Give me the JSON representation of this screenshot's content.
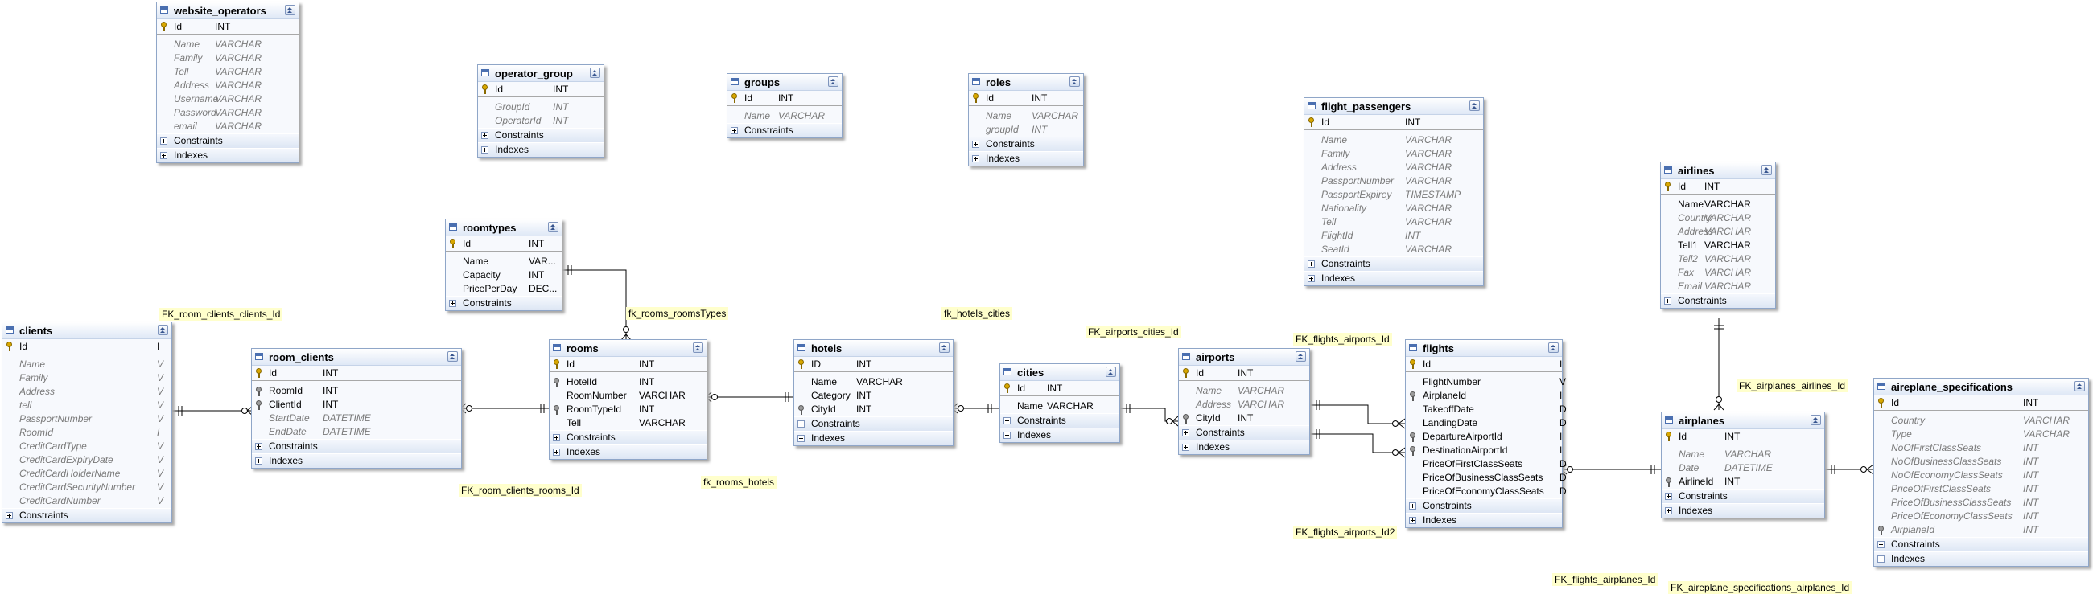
{
  "sections": {
    "constraints": "Constraints",
    "indexes": "Indexes"
  },
  "tables": [
    {
      "name": "website_operators",
      "columns": [
        {
          "name": "Id",
          "type": "INT"
        },
        {
          "name": "Name",
          "type": "VARCHAR"
        },
        {
          "name": "Family",
          "type": "VARCHAR"
        },
        {
          "name": "Tell",
          "type": "VARCHAR"
        },
        {
          "name": "Address",
          "type": "VARCHAR"
        },
        {
          "name": "Username",
          "type": "VARCHAR"
        },
        {
          "name": "Password",
          "type": "VARCHAR"
        },
        {
          "name": "email",
          "type": "VARCHAR"
        }
      ]
    },
    {
      "name": "operator_group",
      "columns": [
        {
          "name": "Id",
          "type": "INT"
        },
        {
          "name": "GroupId",
          "type": "INT"
        },
        {
          "name": "OperatorId",
          "type": "INT"
        }
      ]
    },
    {
      "name": "groups",
      "columns": [
        {
          "name": "Id",
          "type": "INT"
        },
        {
          "name": "Name",
          "type": "VARCHAR"
        }
      ]
    },
    {
      "name": "roles",
      "columns": [
        {
          "name": "Id",
          "type": "INT"
        },
        {
          "name": "Name",
          "type": "VARCHAR"
        },
        {
          "name": "groupId",
          "type": "INT"
        }
      ]
    },
    {
      "name": "flight_passengers",
      "columns": [
        {
          "name": "Id",
          "type": "INT"
        },
        {
          "name": "Name",
          "type": "VARCHAR"
        },
        {
          "name": "Family",
          "type": "VARCHAR"
        },
        {
          "name": "Address",
          "type": "VARCHAR"
        },
        {
          "name": "PassportNumber",
          "type": "VARCHAR"
        },
        {
          "name": "PassportExpirey",
          "type": "TIMESTAMP"
        },
        {
          "name": "Nationality",
          "type": "VARCHAR"
        },
        {
          "name": "Tell",
          "type": "VARCHAR"
        },
        {
          "name": "FlightId",
          "type": "INT"
        },
        {
          "name": "SeatId",
          "type": "VARCHAR"
        }
      ]
    },
    {
      "name": "airlines",
      "columns": [
        {
          "name": "Id",
          "type": "INT"
        },
        {
          "name": "Name",
          "type": "VARCHAR"
        },
        {
          "name": "Country",
          "type": "VARCHAR"
        },
        {
          "name": "Address",
          "type": "VARCHAR"
        },
        {
          "name": "Tell1",
          "type": "VARCHAR"
        },
        {
          "name": "Tell2",
          "type": "VARCHAR"
        },
        {
          "name": "Fax",
          "type": "VARCHAR"
        },
        {
          "name": "Email",
          "type": "VARCHAR"
        }
      ]
    },
    {
      "name": "roomtypes",
      "columns": [
        {
          "name": "Id",
          "type": "INT"
        },
        {
          "name": "Name",
          "type": "VAR..."
        },
        {
          "name": "Capacity",
          "type": "INT"
        },
        {
          "name": "PricePerDay",
          "type": "DEC..."
        }
      ]
    },
    {
      "name": "clients",
      "columns": [
        {
          "name": "Id",
          "type": "I"
        },
        {
          "name": "Name",
          "type": "V"
        },
        {
          "name": "Family",
          "type": "V"
        },
        {
          "name": "Address",
          "type": "V"
        },
        {
          "name": "tell",
          "type": "V"
        },
        {
          "name": "PassportNumber",
          "type": "V"
        },
        {
          "name": "RoomId",
          "type": "I"
        },
        {
          "name": "CreditCardType",
          "type": "V"
        },
        {
          "name": "CreditCardExpiryDate",
          "type": "V"
        },
        {
          "name": "CreditCardHolderName",
          "type": "V"
        },
        {
          "name": "CreditCardSecurityNumber",
          "type": "V"
        },
        {
          "name": "CreditCardNumber",
          "type": "V"
        }
      ]
    },
    {
      "name": "room_clients",
      "columns": [
        {
          "name": "Id",
          "type": "INT"
        },
        {
          "name": "RoomId",
          "type": "INT"
        },
        {
          "name": "ClientId",
          "type": "INT"
        },
        {
          "name": "StartDate",
          "type": "DATETIME"
        },
        {
          "name": "EndDate",
          "type": "DATETIME"
        }
      ]
    },
    {
      "name": "rooms",
      "columns": [
        {
          "name": "Id",
          "type": "INT"
        },
        {
          "name": "HotelId",
          "type": "INT"
        },
        {
          "name": "RoomNumber",
          "type": "VARCHAR"
        },
        {
          "name": "RoomTypeId",
          "type": "INT"
        },
        {
          "name": "Tell",
          "type": "VARCHAR"
        }
      ]
    },
    {
      "name": "hotels",
      "columns": [
        {
          "name": "ID",
          "type": "INT"
        },
        {
          "name": "Name",
          "type": "VARCHAR"
        },
        {
          "name": "Category",
          "type": "INT"
        },
        {
          "name": "CityId",
          "type": "INT"
        }
      ]
    },
    {
      "name": "cities",
      "columns": [
        {
          "name": "Id",
          "type": "INT"
        },
        {
          "name": "Name",
          "type": "VARCHAR"
        }
      ]
    },
    {
      "name": "airports",
      "columns": [
        {
          "name": "Id",
          "type": "INT"
        },
        {
          "name": "Name",
          "type": "VARCHAR"
        },
        {
          "name": "Address",
          "type": "VARCHAR"
        },
        {
          "name": "CityId",
          "type": "INT"
        }
      ]
    },
    {
      "name": "flights",
      "columns": [
        {
          "name": "Id",
          "type": "I"
        },
        {
          "name": "FlightNumber",
          "type": "V"
        },
        {
          "name": "AirplaneId",
          "type": "I"
        },
        {
          "name": "TakeoffDate",
          "type": "D"
        },
        {
          "name": "LandingDate",
          "type": "D"
        },
        {
          "name": "DepartureAirportId",
          "type": "I"
        },
        {
          "name": "DestinationAirportId",
          "type": "I"
        },
        {
          "name": "PriceOfFirstClassSeats",
          "type": "D"
        },
        {
          "name": "PriceOfBusinessClassSeats",
          "type": "D"
        },
        {
          "name": "PriceOfEconomyClassSeats",
          "type": "D"
        }
      ]
    },
    {
      "name": "airplanes",
      "columns": [
        {
          "name": "Id",
          "type": "INT"
        },
        {
          "name": "Name",
          "type": "VARCHAR"
        },
        {
          "name": "Date",
          "type": "DATETIME"
        },
        {
          "name": "AirlineId",
          "type": "INT"
        }
      ]
    },
    {
      "name": "aireplane_specifications",
      "columns": [
        {
          "name": "Id",
          "type": "INT"
        },
        {
          "name": "Country",
          "type": "VARCHAR"
        },
        {
          "name": "Type",
          "type": "VARCHAR"
        },
        {
          "name": "NoOfFirstClassSeats",
          "type": "INT"
        },
        {
          "name": "NoOfBusinessClassSeats",
          "type": "INT"
        },
        {
          "name": "NoOfEconomyClassSeats",
          "type": "INT"
        },
        {
          "name": "PriceOfFirstClassSeats",
          "type": "INT"
        },
        {
          "name": "PriceOfBusinessClassSeats",
          "type": "INT"
        },
        {
          "name": "PriceOfEconomyClassSeats",
          "type": "INT"
        },
        {
          "name": "AirplaneId",
          "type": "INT"
        }
      ]
    }
  ],
  "relationships": [
    "FK_room_clients_clients_Id",
    "FK_room_clients_rooms_Id",
    "fk_rooms_roomsTypes",
    "fk_rooms_hotels",
    "fk_hotels_cities",
    "FK_airports_cities_Id",
    "FK_flights_airports_Id",
    "FK_flights_airports_Id2",
    "FK_flights_airplanes_Id",
    "FK_airplanes_airlines_Id",
    "FK_aireplane_specifications_airplanes_Id"
  ],
  "colors": {
    "header_from": "#ffffff",
    "header_to": "#dfe8f6",
    "border": "#8fa6c8",
    "label_bg": "#ffffcc",
    "key": "#d9a800"
  }
}
